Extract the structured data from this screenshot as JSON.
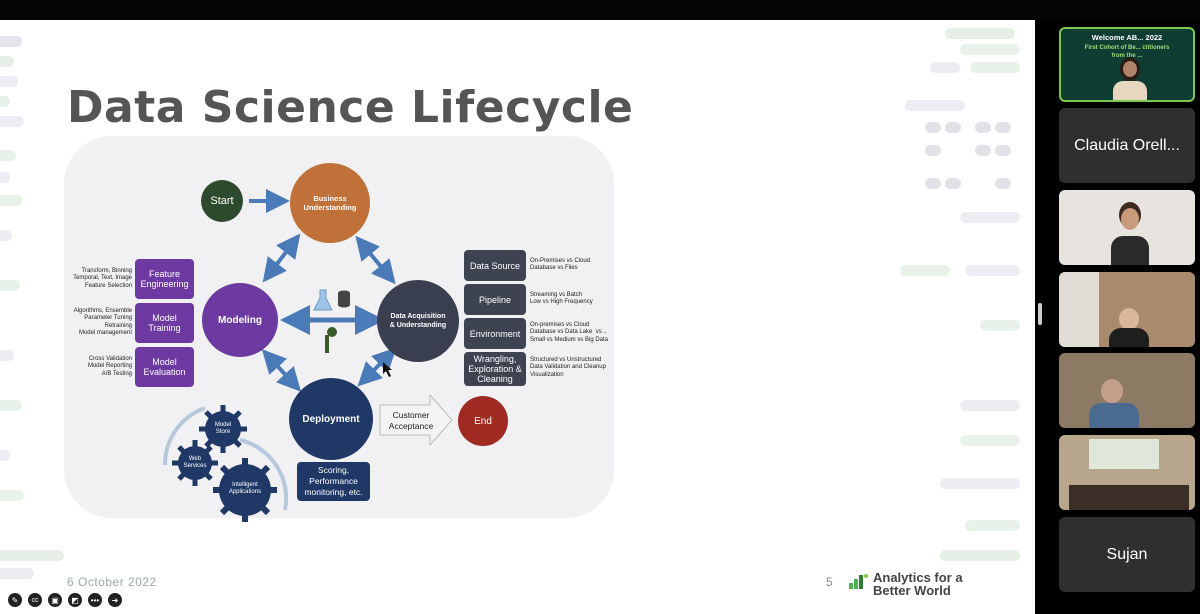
{
  "slide": {
    "title": "Data Science Lifecycle",
    "date": "6 October 2022",
    "page_number": "5",
    "brand_line1": "Analytics for a",
    "brand_line2": "Better World"
  },
  "diagram": {
    "start": "Start",
    "business": "Business Understanding",
    "data_acq": "Data Acquisition & Understanding",
    "modeling": "Modeling",
    "deployment": "Deployment",
    "end": "End",
    "customer_acceptance": "Customer Acceptance",
    "scoring": "Scoring, Performance monitoring, etc.",
    "model_boxes": [
      {
        "label": "Feature Engineering",
        "note": "Transform, Binning\nTemporal, Text, Image\nFeature Selection"
      },
      {
        "label": "Model Training",
        "note": "Algorithms, Ensemble\nParameter Tuning\nRetraining\nModel management"
      },
      {
        "label": "Model Evaluation",
        "note": "Cross Validation\nModel Reporting\nA/B Testing"
      }
    ],
    "data_boxes": [
      {
        "label": "Data Source",
        "note": "On-Premises vs Cloud\nDatabase vs Files"
      },
      {
        "label": "Pipeline",
        "note": "Streaming vs Batch\nLow vs High Frequency"
      },
      {
        "label": "Environment",
        "note": "On-premises vs Cloud\nDatabase vs Data Lake  vs ..\nSmall vs Medium vs Big Data"
      },
      {
        "label": "Wrangling, Exploration & Cleaning",
        "note": "Structured vs Unstructured\nData Validation and Cleanup\nVisualization"
      }
    ],
    "gears": [
      "Model Store",
      "Web Services",
      "Intelligent Applications"
    ]
  },
  "participants": {
    "banner_line1": "Welcome AB... 2022",
    "banner_line2": "First Cohort of Be... ctitioners",
    "banner_line3": "from the ...",
    "names": [
      "Claudia Orell...",
      "Sujan"
    ]
  },
  "colors": {
    "start": "#2e4a2c",
    "business": "#c0713a",
    "data_acq": "#3a3f4f",
    "modeling": "#6c3aa0",
    "deployment": "#1f3866",
    "end": "#9e2a22",
    "model_box": "#6c3aa0",
    "data_box": "#3e4352",
    "arrow": "#4a7ab8"
  }
}
